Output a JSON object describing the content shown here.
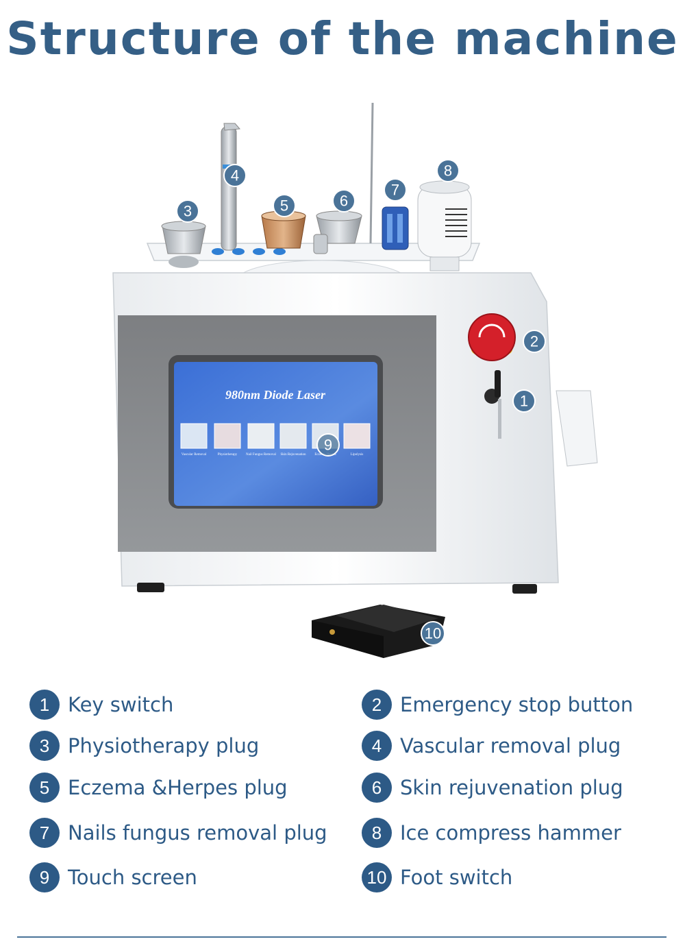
{
  "page_title": "Structure of the machine",
  "screen": {
    "heading": "980nm Diode Laser",
    "modes": [
      "Vascular Removal",
      "Physiotherapy",
      "Nail Fungus Removal",
      "Skin Rejuvenation",
      "Eczema Herpes",
      "Lipolysis"
    ]
  },
  "markers": [
    "1",
    "2",
    "3",
    "4",
    "5",
    "6",
    "7",
    "8",
    "9",
    "10"
  ],
  "legend": [
    {
      "num": "1",
      "label": "Key switch"
    },
    {
      "num": "2",
      "label": "Emergency stop button"
    },
    {
      "num": "3",
      "label": "Physiotherapy plug"
    },
    {
      "num": "4",
      "label": "Vascular removal plug"
    },
    {
      "num": "5",
      "label": "Eczema &Herpes plug"
    },
    {
      "num": "6",
      "label": "Skin rejuvenation plug"
    },
    {
      "num": "7",
      "label": "Nails fungus removal plug"
    },
    {
      "num": "8",
      "label": "Ice compress hammer"
    },
    {
      "num": "9",
      "label": "Touch screen"
    },
    {
      "num": "10",
      "label": "Foot switch"
    }
  ],
  "colors": {
    "accent": "#355f86",
    "marker": "#4a7398",
    "screen": "#3f6fd0"
  }
}
